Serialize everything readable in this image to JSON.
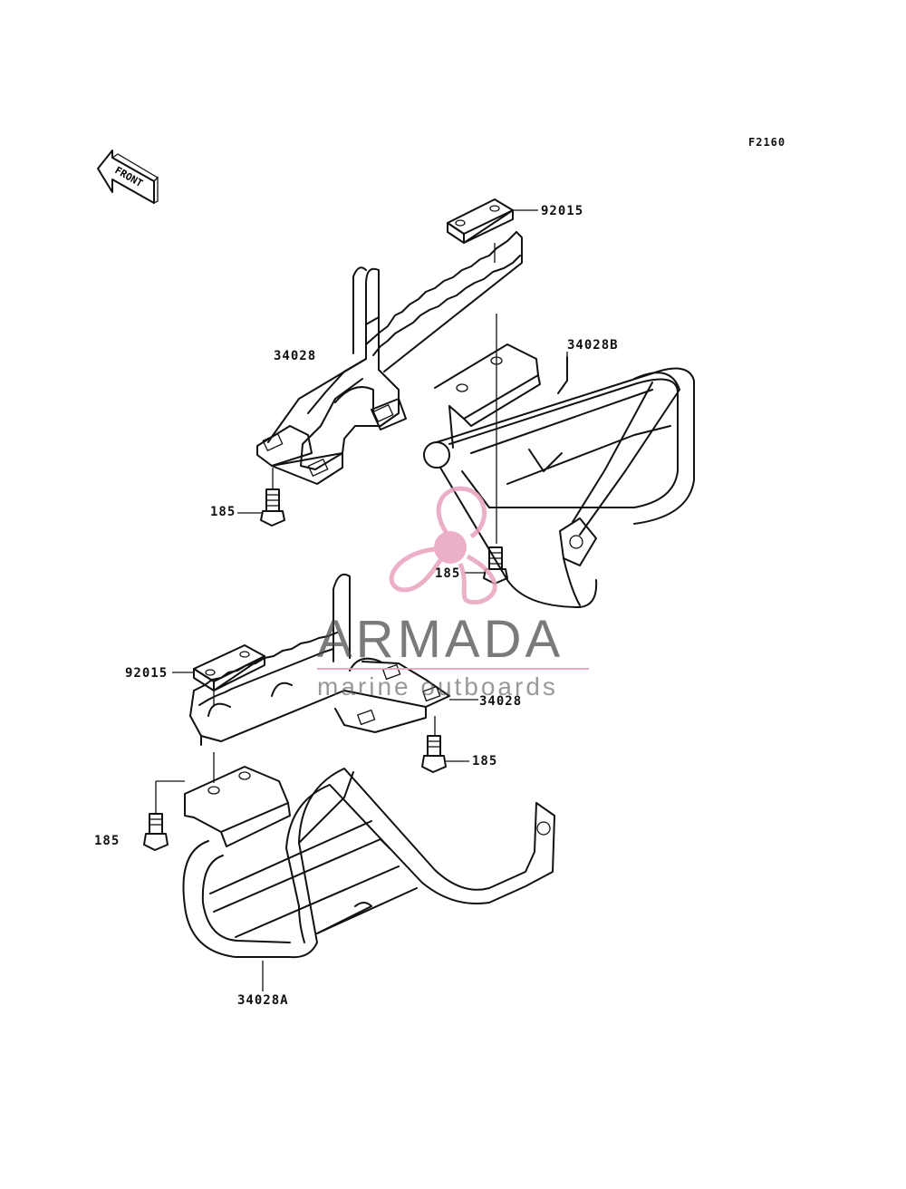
{
  "diagram_code": "F2160",
  "front_arrow_text": "FRONT",
  "labels": {
    "top_pad": "92015",
    "top_step": "34028",
    "right_guard": "34028B",
    "bolt_left_top": "185",
    "bolt_center": "185",
    "bottom_pad": "92015",
    "bottom_step": "34028",
    "bolt_right_bottom": "185",
    "bolt_left_bottom": "185",
    "bottom_guard": "34028A"
  },
  "watermark": {
    "title": "ARMADA",
    "subtitle": "marine outboards",
    "accent_color": "#e8a3bf",
    "text_color": "#555555"
  }
}
